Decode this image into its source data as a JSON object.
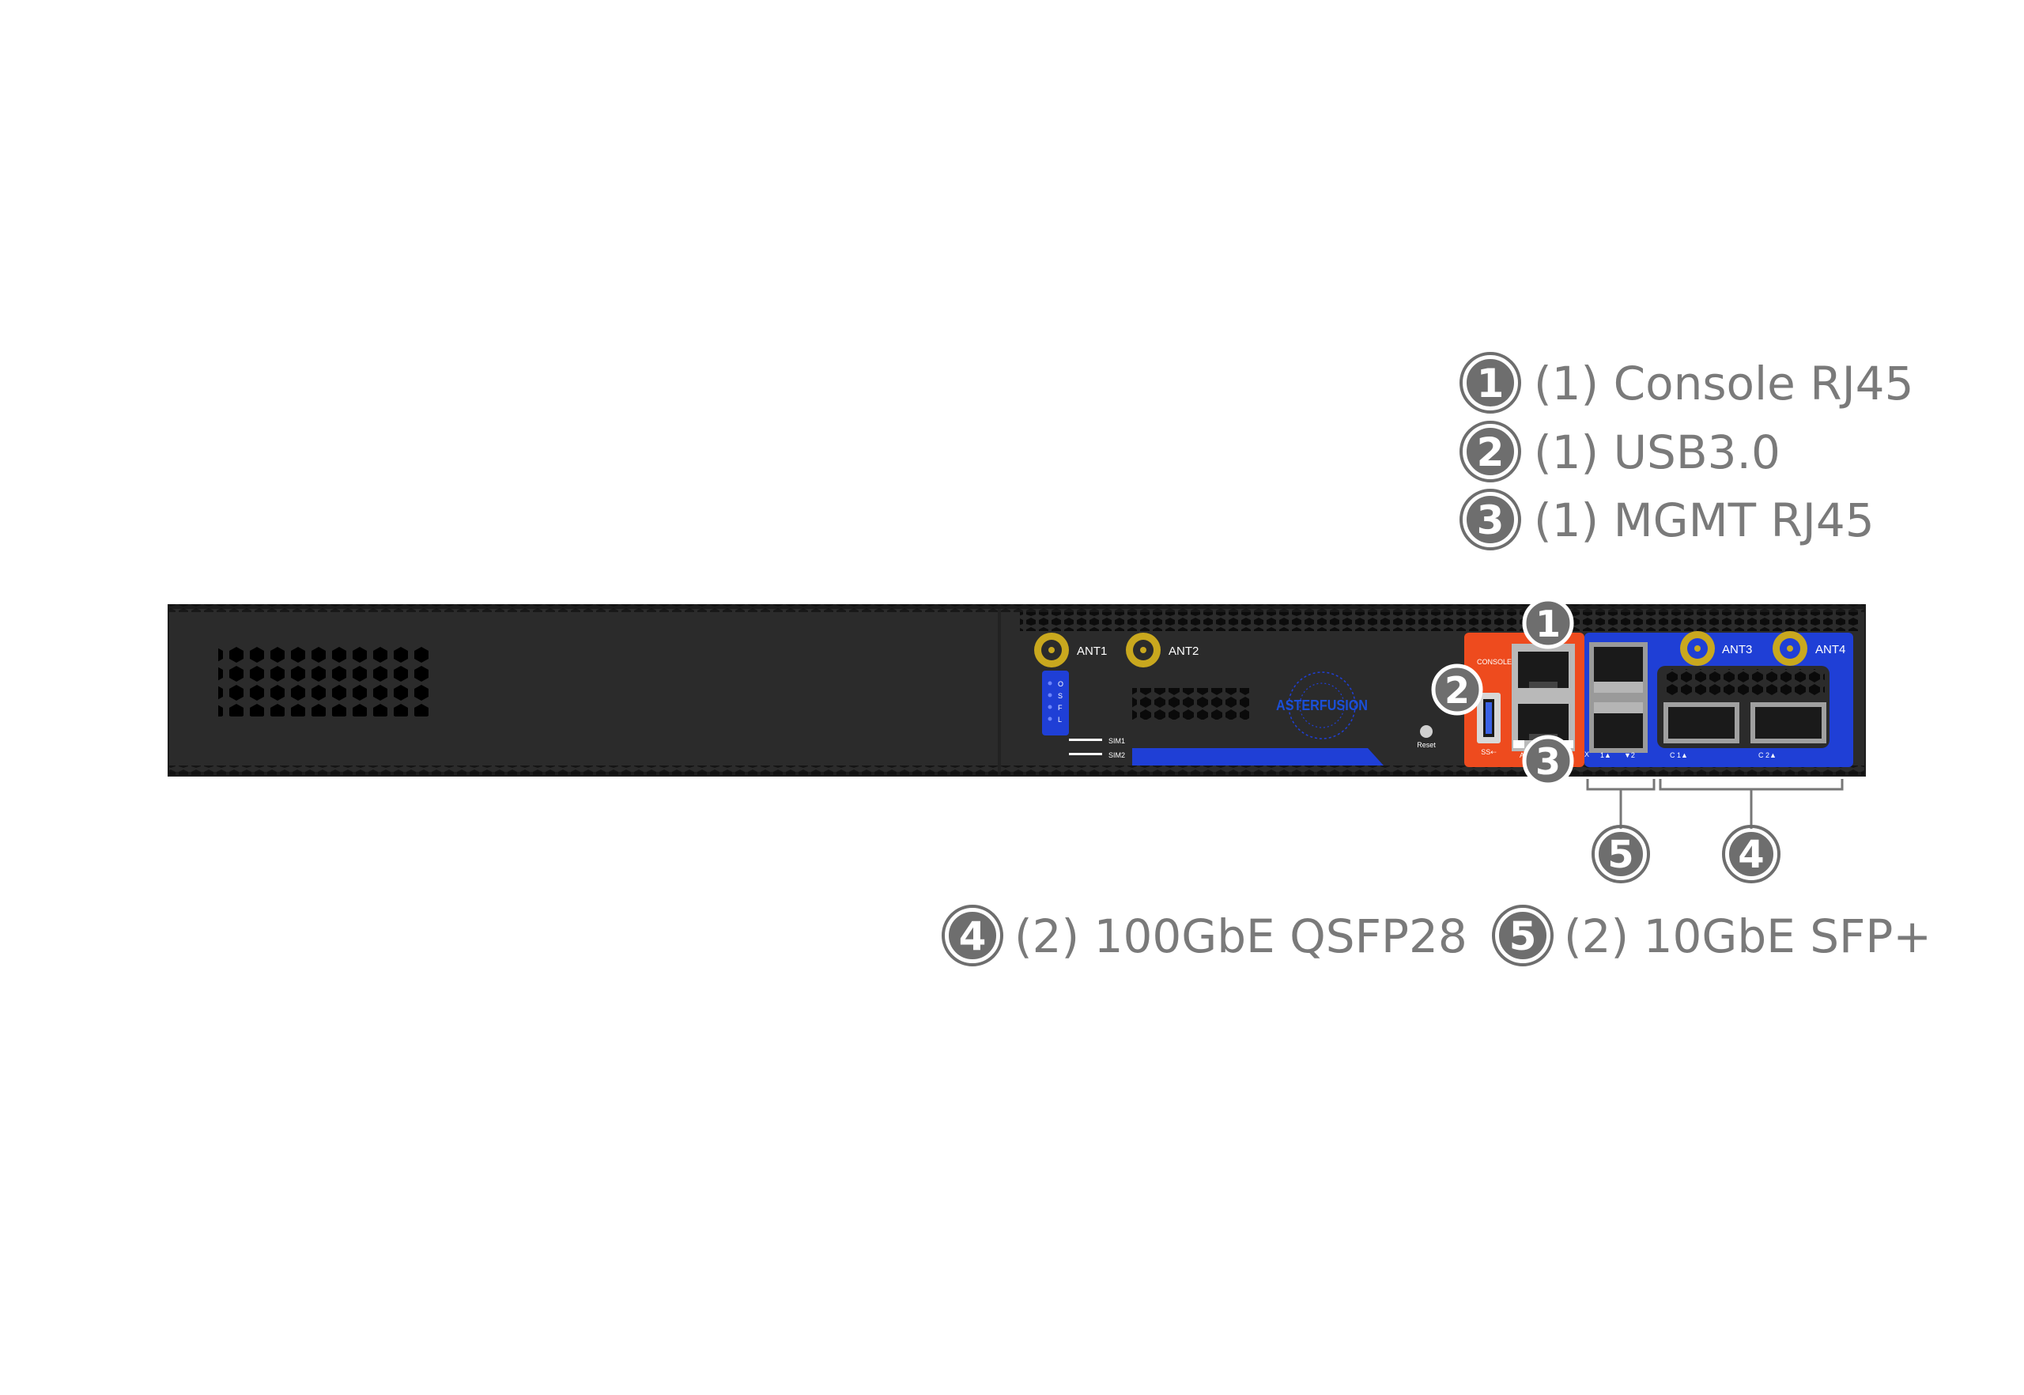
{
  "legend": {
    "console": {
      "num": "1",
      "text": "(1) Console RJ45"
    },
    "usb": {
      "num": "2",
      "text": "(1) USB3.0"
    },
    "mgmt": {
      "num": "3",
      "text": "(1) MGMT RJ45"
    },
    "qsfp": {
      "num": "4",
      "text": "(2) 100GbE QSFP28"
    },
    "sfp": {
      "num": "5",
      "text": "(2) 10GbE SFP+"
    }
  },
  "device": {
    "ant1": "ANT1",
    "ant2": "ANT2",
    "ant3": "ANT3",
    "ant4": "ANT4",
    "sim1": "SIM1",
    "sim2": "SIM2",
    "reset": "Reset",
    "console_port": "CONSOLE",
    "usb_port": "SS⇠",
    "act": "ACT",
    "sfp_label_x": "X",
    "sfp_label_1": "1▲",
    "sfp_label_2": "▼2",
    "qsfp_label_1": "C 1▲",
    "qsfp_label_2": "C 2▲",
    "led_o": "O",
    "led_s": "S",
    "led_f": "F",
    "led_l": "L",
    "brand": "ASTERFUSION"
  },
  "colors": {
    "chassis": "#2b2b2b",
    "chassis_edge": "#1c1c1c",
    "blue_panel": "#1f3fd6",
    "orange_panel": "#ee4b1e",
    "gold": "#c9a81e",
    "callout_circle": "#6e6e6e",
    "legend_text": "#7a7a7a"
  }
}
